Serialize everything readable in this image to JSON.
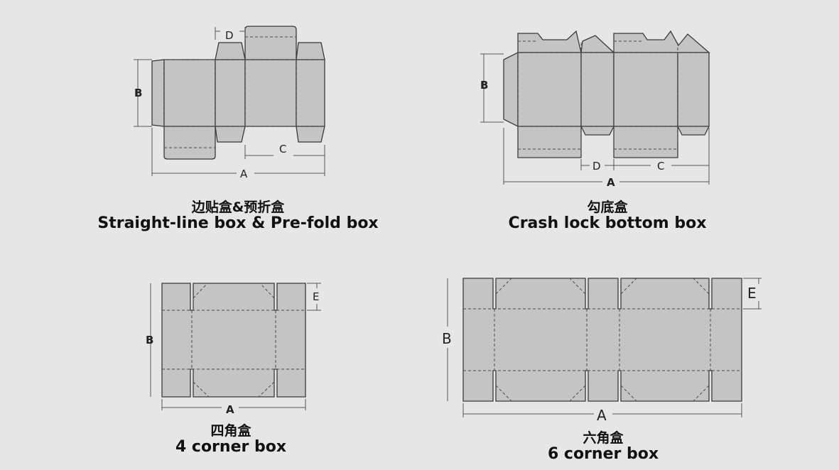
{
  "colors": {
    "background": "#e6e6e6",
    "panel": "#c4c4c4",
    "line": "#3a3a3a"
  },
  "boxes": [
    {
      "caption_cn": "边贴盒&预折盒",
      "caption_en": "Straight-line box & Pre-fold box",
      "labels": {
        "A": "A",
        "B": "B",
        "C": "C",
        "D": "D"
      }
    },
    {
      "caption_cn": "勾底盒",
      "caption_en": "Crash lock bottom box",
      "labels": {
        "A": "A",
        "B": "B",
        "C": "C",
        "D": "D"
      }
    },
    {
      "caption_cn": "四角盒",
      "caption_en": "4 corner box",
      "labels": {
        "A": "A",
        "B": "B",
        "E": "E"
      }
    },
    {
      "caption_cn": "六角盒",
      "caption_en": "6 corner box",
      "labels": {
        "A": "A",
        "B": "B",
        "E": "E"
      }
    }
  ]
}
